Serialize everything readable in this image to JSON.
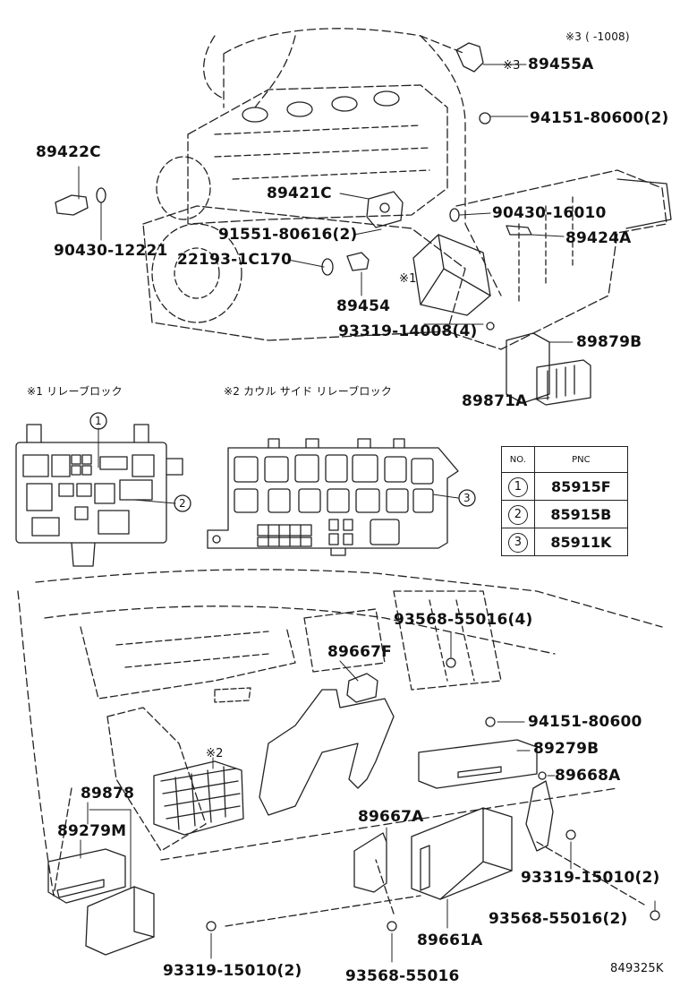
{
  "note_top": "※3 (      -1008)",
  "parts": {
    "p89455A": "89455A",
    "p94151_80600_2": "94151-80600(2)",
    "p89422C": "89422C",
    "p89421C": "89421C",
    "p90430_16010": "90430-16010",
    "p91551_80616_2": "91551-80616(2)",
    "p89424A": "89424A",
    "p90430_12221": "90430-12221",
    "p22193_1C170": "22193-1C170",
    "p89454": "89454",
    "p93319_14008_4": "93319-14008(4)",
    "p89879B": "89879B",
    "p89871A": "89871A",
    "p93568_55016_4": "93568-55016(4)",
    "p89667F": "89667F",
    "p94151_80600": "94151-80600",
    "p89279B": "89279B",
    "p89668A": "89668A",
    "p89878": "89878",
    "p89279M": "89279M",
    "p89667A": "89667A",
    "p93319_15010_2a": "93319-15010(2)",
    "p93568_55016_2": "93568-55016(2)",
    "p89661A": "89661A",
    "p93319_15010_2b": "93319-15010(2)",
    "p93568_55016": "93568-55016"
  },
  "marks": {
    "ref1": "※1",
    "ref2": "※2",
    "ref3": "※3"
  },
  "captions": {
    "relay_block_1": "※1 リレーブロック",
    "relay_block_2": "※2 カウル サイド リレーブロック"
  },
  "pnc_table": {
    "header_no": "NO.",
    "header_pnc": "PNC",
    "rows": [
      {
        "no": "1",
        "pnc": "85915F"
      },
      {
        "no": "2",
        "pnc": "85915B"
      },
      {
        "no": "3",
        "pnc": "85911K"
      }
    ]
  },
  "callouts": {
    "c1": "1",
    "c2": "2",
    "c3": "3"
  },
  "drawing_number": "849325K"
}
